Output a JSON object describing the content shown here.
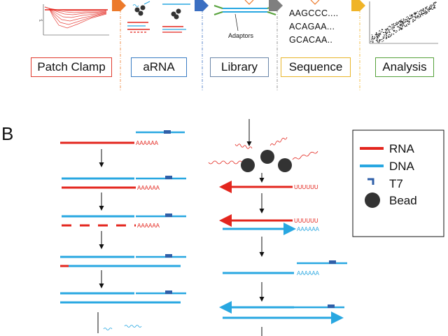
{
  "workflow": {
    "stages": [
      {
        "label": "Patch Clamp",
        "border": "#e03a2f"
      },
      {
        "label": "aRNA",
        "border": "#3b7dc4"
      },
      {
        "label": "Library",
        "border": "#6a86a8"
      },
      {
        "label": "Sequence",
        "border": "#e8b62a"
      },
      {
        "label": "Analysis",
        "border": "#55a13a"
      }
    ],
    "library_annotation": "Adaptors",
    "sequences": [
      "AAGCCC....",
      "ACAGAA...",
      "GCACAA.."
    ],
    "arrow_colors": [
      "#ec7a2b",
      "#3b6fc2",
      "#7f7f7f",
      "#f0b428"
    ]
  },
  "panel_b": {
    "letter": "B",
    "poly_a": "AAAAAA",
    "poly_u": "UUUUUU"
  },
  "legend": {
    "items": [
      {
        "label": "RNA",
        "color": "#e3261e",
        "icon": "rna-line-icon"
      },
      {
        "label": "DNA",
        "color": "#28a7e1",
        "icon": "dna-line-icon"
      },
      {
        "label": "T7",
        "color": "#2f5fa8",
        "icon": "t7-promoter-icon"
      },
      {
        "label": "Bead",
        "color": "#333333",
        "icon": "bead-icon"
      }
    ]
  },
  "colors": {
    "rna": "#e3261e",
    "dna": "#28a7e1",
    "t7": "#2f5fa8",
    "bead": "#333333"
  }
}
